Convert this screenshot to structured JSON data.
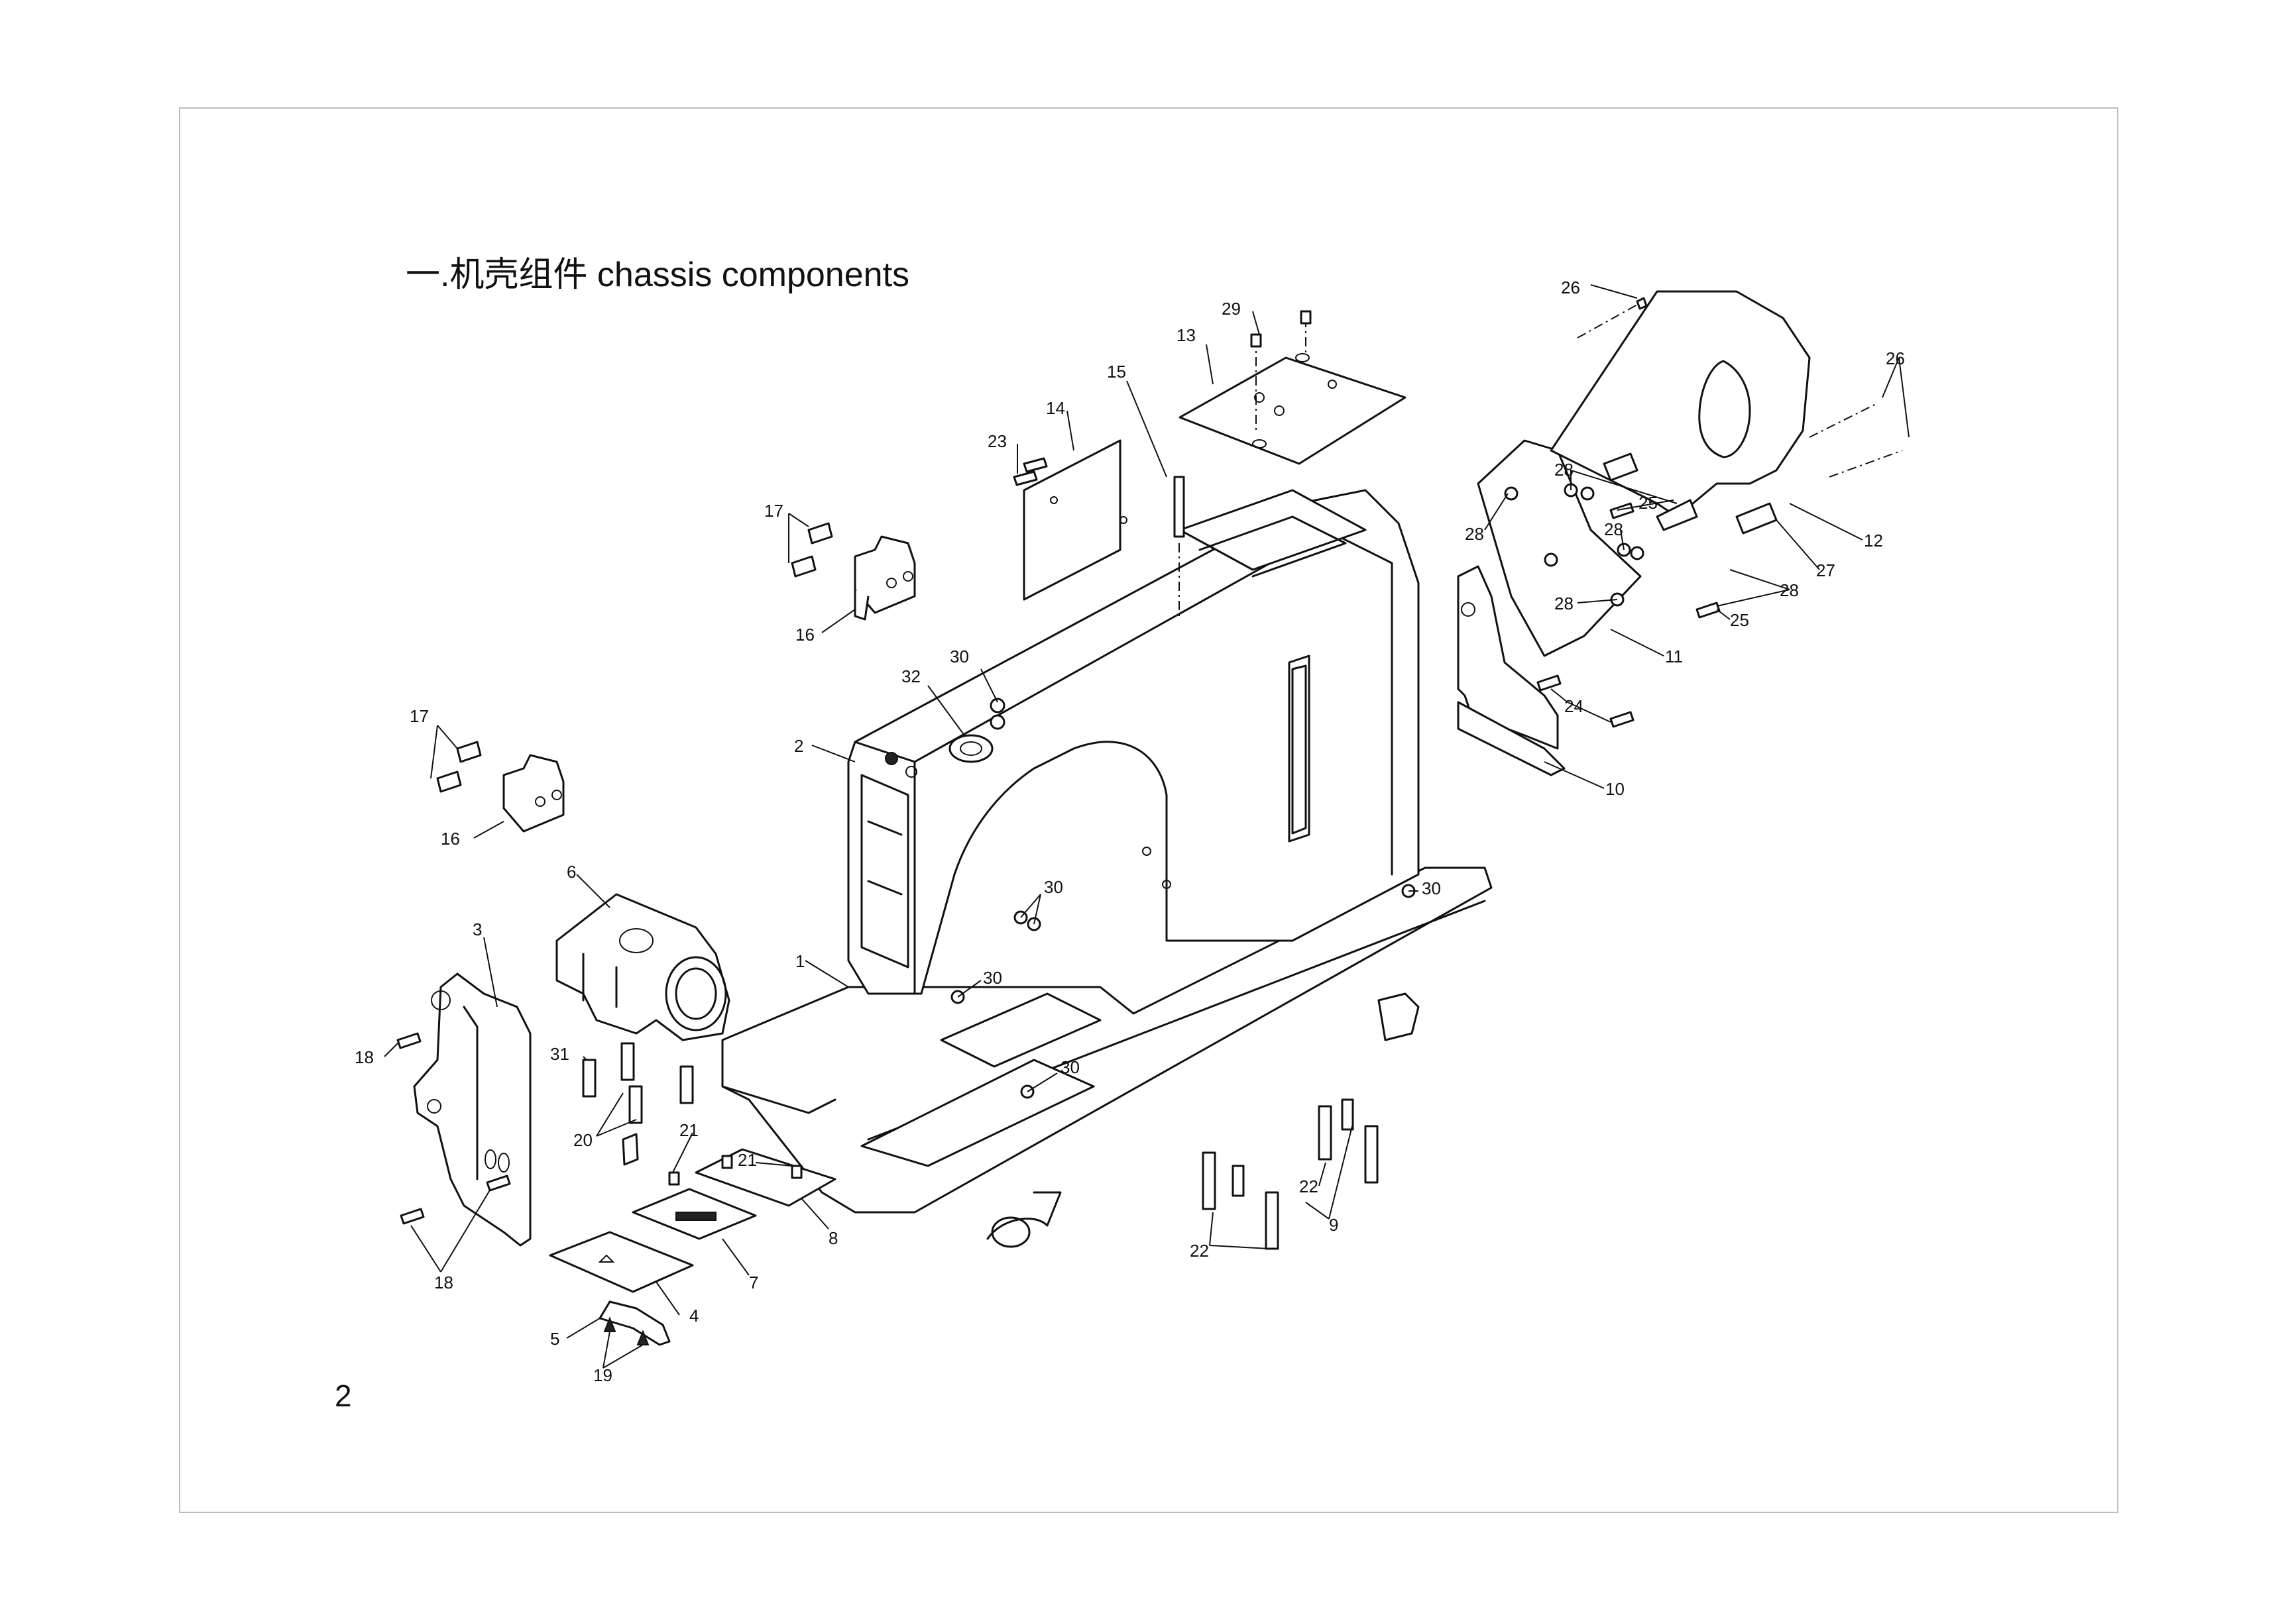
{
  "title": "一.机壳组件 chassis components",
  "page_number": "2",
  "callouts": {
    "c1": "1",
    "c2": "2",
    "c3": "3",
    "c4": "4",
    "c5": "5",
    "c6": "6",
    "c7": "7",
    "c8": "8",
    "c9": "9",
    "c10": "10",
    "c11": "11",
    "c12": "12",
    "c13": "13",
    "c14": "14",
    "c15": "15",
    "c16a": "16",
    "c16b": "16",
    "c17a": "17",
    "c17b": "17",
    "c18a": "18",
    "c18b": "18",
    "c19": "19",
    "c20": "20",
    "c21a": "21",
    "c21b": "21",
    "c22a": "22",
    "c22b": "22",
    "c23": "23",
    "c24": "24",
    "c25a": "25",
    "c25b": "25",
    "c26a": "26",
    "c26b": "26",
    "c27": "27",
    "c28a": "28",
    "c28b": "28",
    "c28c": "28",
    "c28d": "28",
    "c28e": "28",
    "c29": "29",
    "c30a": "30",
    "c30b": "30",
    "c30c": "30",
    "c30d": "30",
    "c30e": "30",
    "c31": "31",
    "c32": "32"
  }
}
